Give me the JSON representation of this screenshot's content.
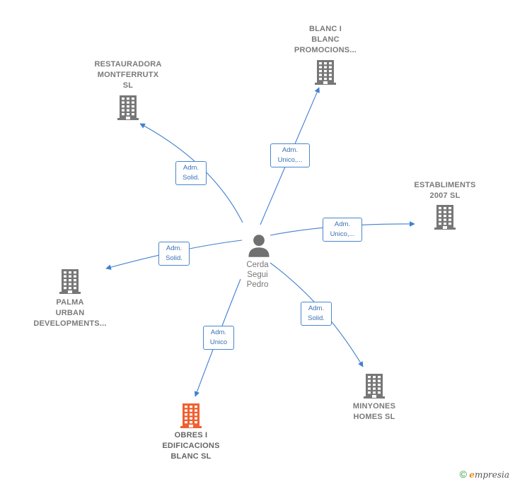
{
  "center": {
    "name_lines": [
      "Cerda",
      "Segui",
      "Pedro"
    ],
    "icon": "person-icon"
  },
  "nodes": [
    {
      "id": "restauradora",
      "lines": [
        "RESTAURADORA",
        "MONTFERRUTX",
        "SL"
      ],
      "icon": "building-icon",
      "color": "#777777"
    },
    {
      "id": "blanc-promociones",
      "lines": [
        "BLANC I",
        "BLANC",
        "PROMOCIONS..."
      ],
      "icon": "building-icon",
      "color": "#777777"
    },
    {
      "id": "establiments",
      "lines": [
        "ESTABLIMENTS",
        "2007  SL"
      ],
      "icon": "building-icon",
      "color": "#777777"
    },
    {
      "id": "palma-urban",
      "lines": [
        "PALMA",
        "URBAN",
        "DEVELOPMENTS..."
      ],
      "icon": "building-icon",
      "color": "#777777"
    },
    {
      "id": "minyones",
      "lines": [
        "MINYONES",
        "HOMES  SL"
      ],
      "icon": "building-icon",
      "color": "#777777"
    },
    {
      "id": "obres-edificacions",
      "lines": [
        "OBRES I",
        "EDIFICACIONS",
        "BLANC  SL"
      ],
      "icon": "building-icon",
      "color": "#f06030"
    }
  ],
  "edges": [
    {
      "to": "restauradora",
      "lines": [
        "Adm.",
        "Solid."
      ]
    },
    {
      "to": "blanc-promociones",
      "lines": [
        "Adm.",
        "Unico,..."
      ]
    },
    {
      "to": "establiments",
      "lines": [
        "Adm.",
        "Unico,..."
      ]
    },
    {
      "to": "palma-urban",
      "lines": [
        "Adm.",
        "Solid."
      ]
    },
    {
      "to": "minyones",
      "lines": [
        "Adm.",
        "Solid."
      ]
    },
    {
      "to": "obres-edificacions",
      "lines": [
        "Adm.",
        "Unico"
      ]
    }
  ],
  "colors": {
    "edge": "#3f7fcf",
    "building": "#777777",
    "focus_building": "#f06030",
    "person": "#707070"
  },
  "footer": {
    "copyright": "©",
    "brand_initial": "e",
    "brand_rest": "mpresia"
  }
}
